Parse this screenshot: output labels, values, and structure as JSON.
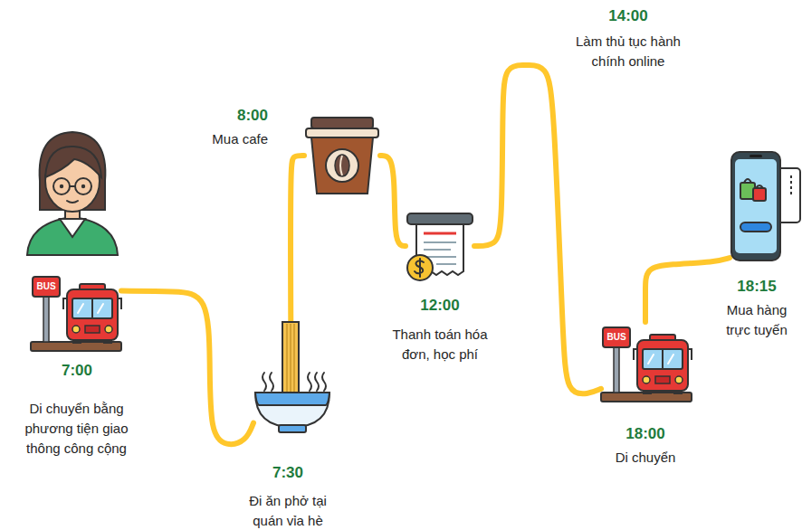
{
  "diagram": {
    "nodes": [
      {
        "text": [
          "7:00",
          "Di chuyển bằng phương tiện giao thông công cộng"
        ]
      },
      {
        "text": [
          "7:30",
          "Đi ăn phở tại quán vỉa hè"
        ]
      },
      {
        "text": [
          "8:00",
          "Mua cafe"
        ]
      },
      {
        "text": [
          "12:00",
          "Thanh toán hóa đơn, học phí"
        ]
      },
      {
        "text": [
          "14:00",
          "Làm thủ tục hành chính online"
        ]
      },
      {
        "text": [
          "18:00",
          "Di chuyển"
        ]
      },
      {
        "text": [
          "18:15",
          "Mua hàng trực tuyến"
        ]
      }
    ],
    "edges": [
      {
        "from": 0,
        "to": 1,
        "arrow": "none"
      },
      {
        "from": 1,
        "to": 2,
        "arrow": "none"
      },
      {
        "from": 2,
        "to": 3,
        "arrow": "none"
      },
      {
        "from": 3,
        "to": 4,
        "arrow": "none"
      },
      {
        "from": 4,
        "to": 5,
        "arrow": "none"
      },
      {
        "from": 5,
        "to": 6,
        "arrow": "none"
      }
    ],
    "labels": [
      "BUS",
      "BUS"
    ]
  }
}
